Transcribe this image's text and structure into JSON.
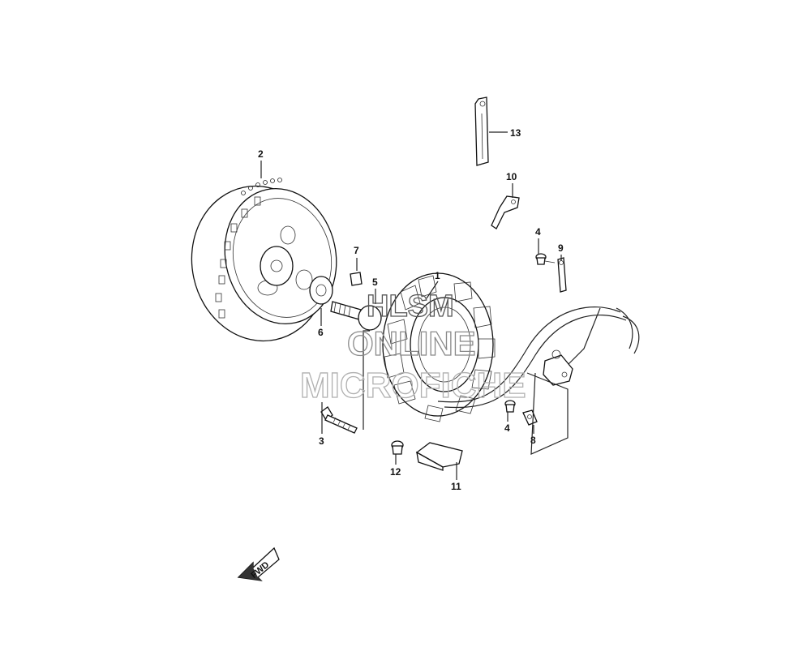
{
  "callouts": {
    "c1": "1",
    "c2": "2",
    "c3": "3",
    "c4a": "4",
    "c4b": "4",
    "c5": "5",
    "c6": "6",
    "c7": "7",
    "c8": "8",
    "c9": "9",
    "c10": "10",
    "c11": "11",
    "c12": "12",
    "c13": "13"
  },
  "watermark": {
    "line1": "HLSM",
    "line2": "ONLINE",
    "line3": "MICROFICHE"
  },
  "direction_label": "FWD",
  "colors": {
    "line": "#111111",
    "watermark_stroke": "#9a9a9a",
    "background": "#ffffff"
  }
}
